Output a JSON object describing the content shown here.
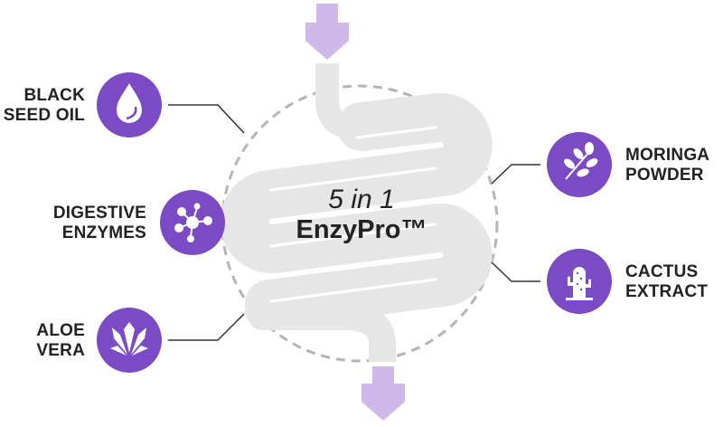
{
  "product": {
    "line1": "5 in 1",
    "line2": "EnzyPro™"
  },
  "ingredients": [
    {
      "line1": "BLACK",
      "line2": "SEED OIL",
      "icon": "oil-drop-icon"
    },
    {
      "line1": "DIGESTIVE",
      "line2": "ENZYMES",
      "icon": "molecule-icon"
    },
    {
      "line1": "ALOE",
      "line2": "VERA",
      "icon": "aloe-plant-icon"
    },
    {
      "line1": "MORINGA",
      "line2": "POWDER",
      "icon": "moringa-leaf-icon"
    },
    {
      "line1": "CACTUS",
      "line2": "EXTRACT",
      "icon": "cactus-icon"
    }
  ],
  "colors": {
    "accent": "#7a4bc4",
    "arrow": "#cfb8ea",
    "intestine": "#e6e6e6",
    "dashed": "#b5b5b5"
  }
}
